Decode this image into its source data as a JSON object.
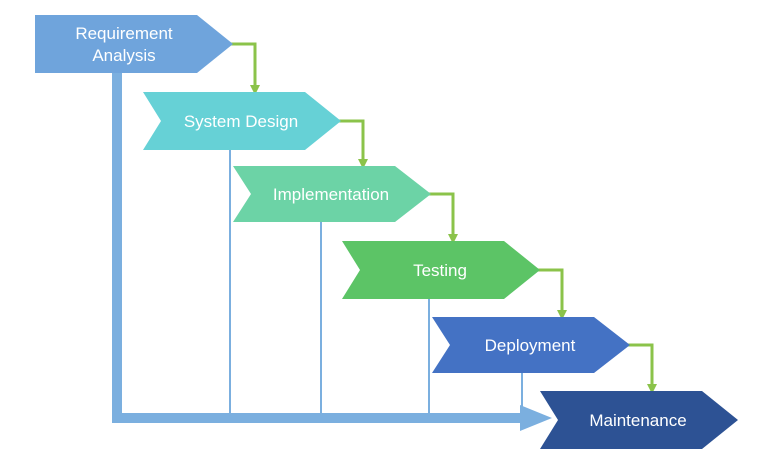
{
  "diagram": {
    "steps": [
      {
        "id": "requirement-analysis",
        "lines": [
          "Requirement",
          "Analysis"
        ],
        "color": "#6FA4DC"
      },
      {
        "id": "system-design",
        "lines": [
          "System Design"
        ],
        "color": "#66D1D6"
      },
      {
        "id": "implementation",
        "lines": [
          "Implementation"
        ],
        "color": "#6CD3A6"
      },
      {
        "id": "testing",
        "lines": [
          "Testing"
        ],
        "color": "#5CC466"
      },
      {
        "id": "deployment",
        "lines": [
          "Deployment"
        ],
        "color": "#4472C4"
      },
      {
        "id": "maintenance",
        "lines": [
          "Maintenance"
        ],
        "color": "#2D5294"
      }
    ],
    "connector_color": "#8BC34A",
    "feedback_color": "#7BAFDF"
  }
}
